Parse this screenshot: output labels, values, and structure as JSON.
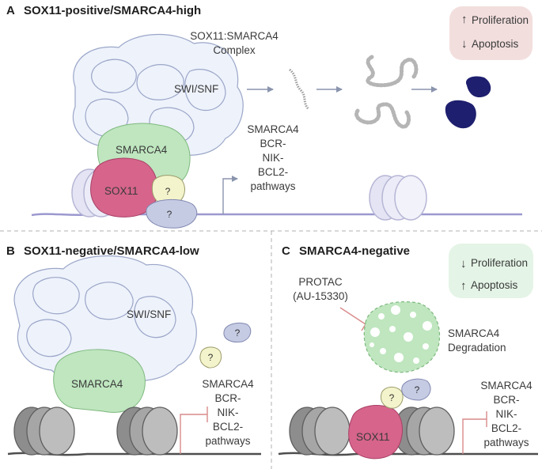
{
  "panels": {
    "a": {
      "letter": "A",
      "title": "SOX11-positive/SMARCA4-high"
    },
    "b": {
      "letter": "B",
      "title": "SOX11-negative/SMARCA4-low"
    },
    "c": {
      "letter": "C",
      "title": "SMARCA4-negative"
    }
  },
  "labels": {
    "swisnf": "SWI/SNF",
    "smarca4": "SMARCA4",
    "sox11": "SOX11",
    "unknown": "?",
    "complex_line1": "SOX11:SMARCA4",
    "complex_line2": "Complex",
    "pathways": [
      "SMARCA4",
      "BCR-",
      "NIK-",
      "BCL2-",
      "pathways"
    ],
    "protac_line1": "PROTAC",
    "protac_line2": "(AU-15330)",
    "degradation_line1": "SMARCA4",
    "degradation_line2": "Degradation"
  },
  "outcomes": {
    "a": {
      "proliferation": "Proliferation",
      "apoptosis": "Apoptosis",
      "proliferation_dir": "up",
      "apoptosis_dir": "down",
      "color": "#f3dede"
    },
    "c": {
      "proliferation": "Proliferation",
      "apoptosis": "Apoptosis",
      "proliferation_dir": "down",
      "apoptosis_dir": "up",
      "color": "#e4f4e6"
    }
  },
  "colors": {
    "swisnf_fill": "#eef2fb",
    "swisnf_stroke": "#9aa6c8",
    "smarca4": "#bfe6bf",
    "sox11": "#d6648b",
    "unknown_yellow": "#f4f4cc",
    "unknown_blue": "#c6cbe4",
    "protein": "#1e1f6e",
    "dna": "#9b98cf",
    "nucleosome_a": "#dcdcf0",
    "nucleosome_bc": "#a9a9a9",
    "inhibit": "#d98a8a"
  }
}
